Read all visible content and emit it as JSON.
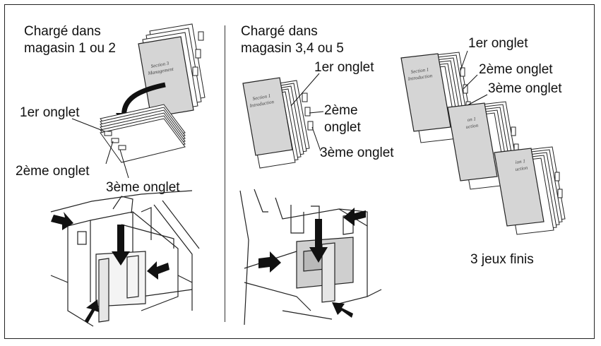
{
  "left": {
    "heading": [
      "Chargé dans",
      "magasin 1 ou 2"
    ],
    "cover_text": [
      "Section 3",
      "Management"
    ],
    "tab1": "1er onglet",
    "tab2": "2ème onglet",
    "tab3": "3ème onglet"
  },
  "middle": {
    "heading": [
      "Chargé dans",
      "magasin 3,4 ou 5"
    ],
    "cover_text": [
      "Section 1",
      "Introduction"
    ],
    "tab1": "1er onglet",
    "tab2": [
      "2ème",
      "onglet"
    ],
    "tab3": "3ème onglet"
  },
  "right": {
    "tab1": "1er onglet",
    "tab2": "2ème onglet",
    "tab3": "3ème onglet",
    "cover_text_1": [
      "Section 1",
      "Introduction"
    ],
    "cover_text_2": [
      "on 1",
      "uction"
    ],
    "cover_text_3": [
      "ion 1",
      "uction"
    ],
    "caption": "3 jeux finis"
  }
}
